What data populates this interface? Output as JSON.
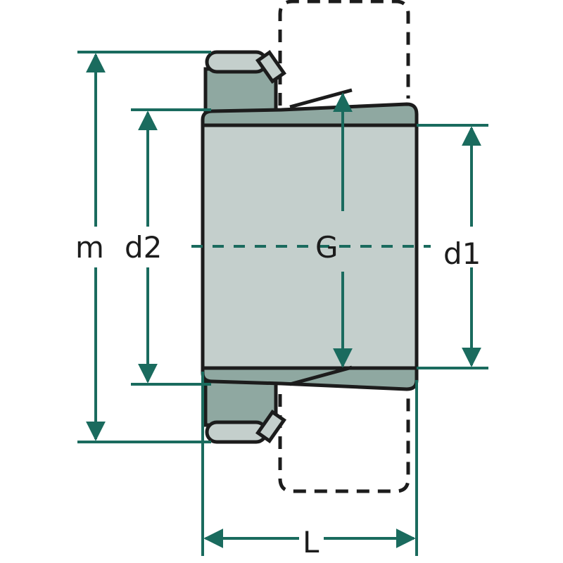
{
  "diagram": {
    "subject": "adapter sleeve with lock nut and lock washer",
    "labels": {
      "m": "m",
      "d2": "d2",
      "G": "G",
      "d1": "d1",
      "L": "L"
    },
    "colors": {
      "dimension_line": "#1a6b5e",
      "outline": "#1c1c1c",
      "sleeve_light": "#c4cfcc",
      "sleeve_dark": "#8fa8a1",
      "nut_dark": "#8fa8a1",
      "background": "#ffffff"
    }
  }
}
